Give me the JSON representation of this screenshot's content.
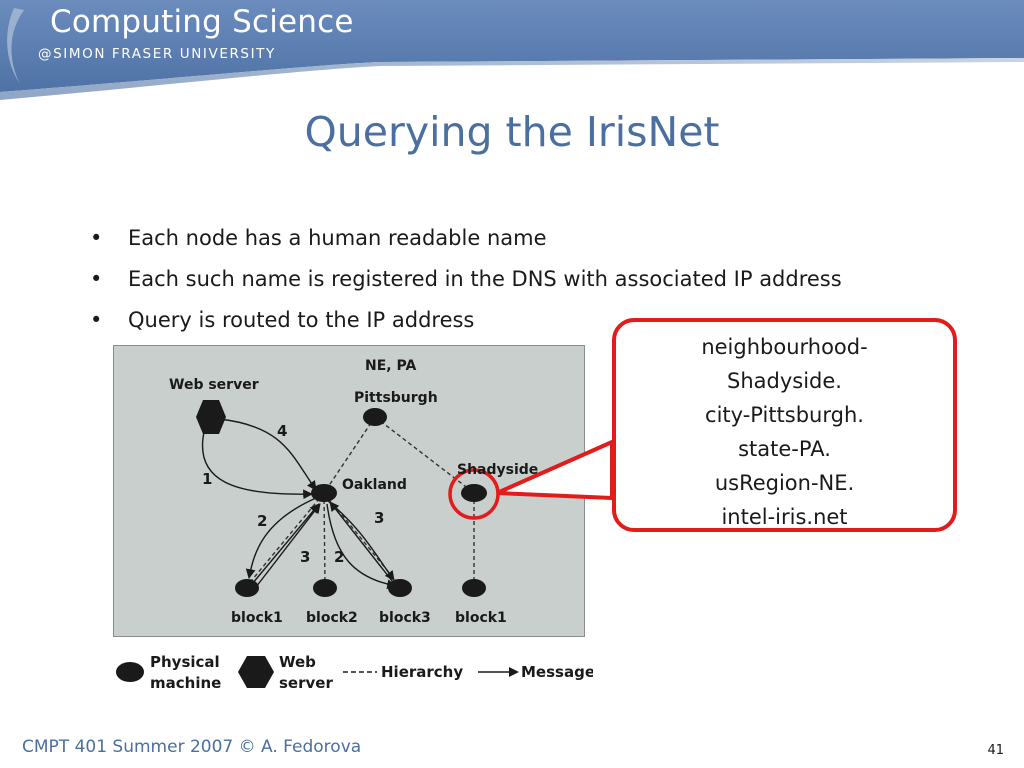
{
  "header": {
    "brand_title": "Computing Science",
    "brand_subtitle": "@SIMON FRASER UNIVERSITY",
    "bar_color": "#5b7db1"
  },
  "slide": {
    "title": "Querying the IrisNet",
    "bullets": [
      "Each node has a human readable name",
      "Each such name is registered in the DNS with associated IP address",
      "Query is routed to the IP address"
    ]
  },
  "diagram": {
    "nodes": {
      "web_server": "Web server",
      "ne_pa_line1": "NE, PA",
      "ne_pa_line2": "Pittsburgh",
      "oakland": "Oakland",
      "shadyside": "Shadyside",
      "block1_left": "block1",
      "block2": "block2",
      "block3": "block3",
      "block1_right": "block1"
    },
    "message_numbers": [
      "4",
      "1",
      "2",
      "3",
      "2",
      "3"
    ],
    "legend": {
      "physical_line1": "Physical",
      "physical_line2": "machine",
      "web_line1": "Web",
      "web_line2": "server",
      "hierarchy": "Hierarchy",
      "message": "Message"
    },
    "highlight_color": "#e21b1b"
  },
  "callout": {
    "lines": [
      "neighbourhood-",
      "Shadyside.",
      "city-Pittsburgh.",
      "state-PA.",
      "usRegion-NE.",
      "intel-iris.net"
    ]
  },
  "footer": {
    "course": "CMPT 401 Summer 2007  © A. Fedorova",
    "page_number": "41"
  }
}
